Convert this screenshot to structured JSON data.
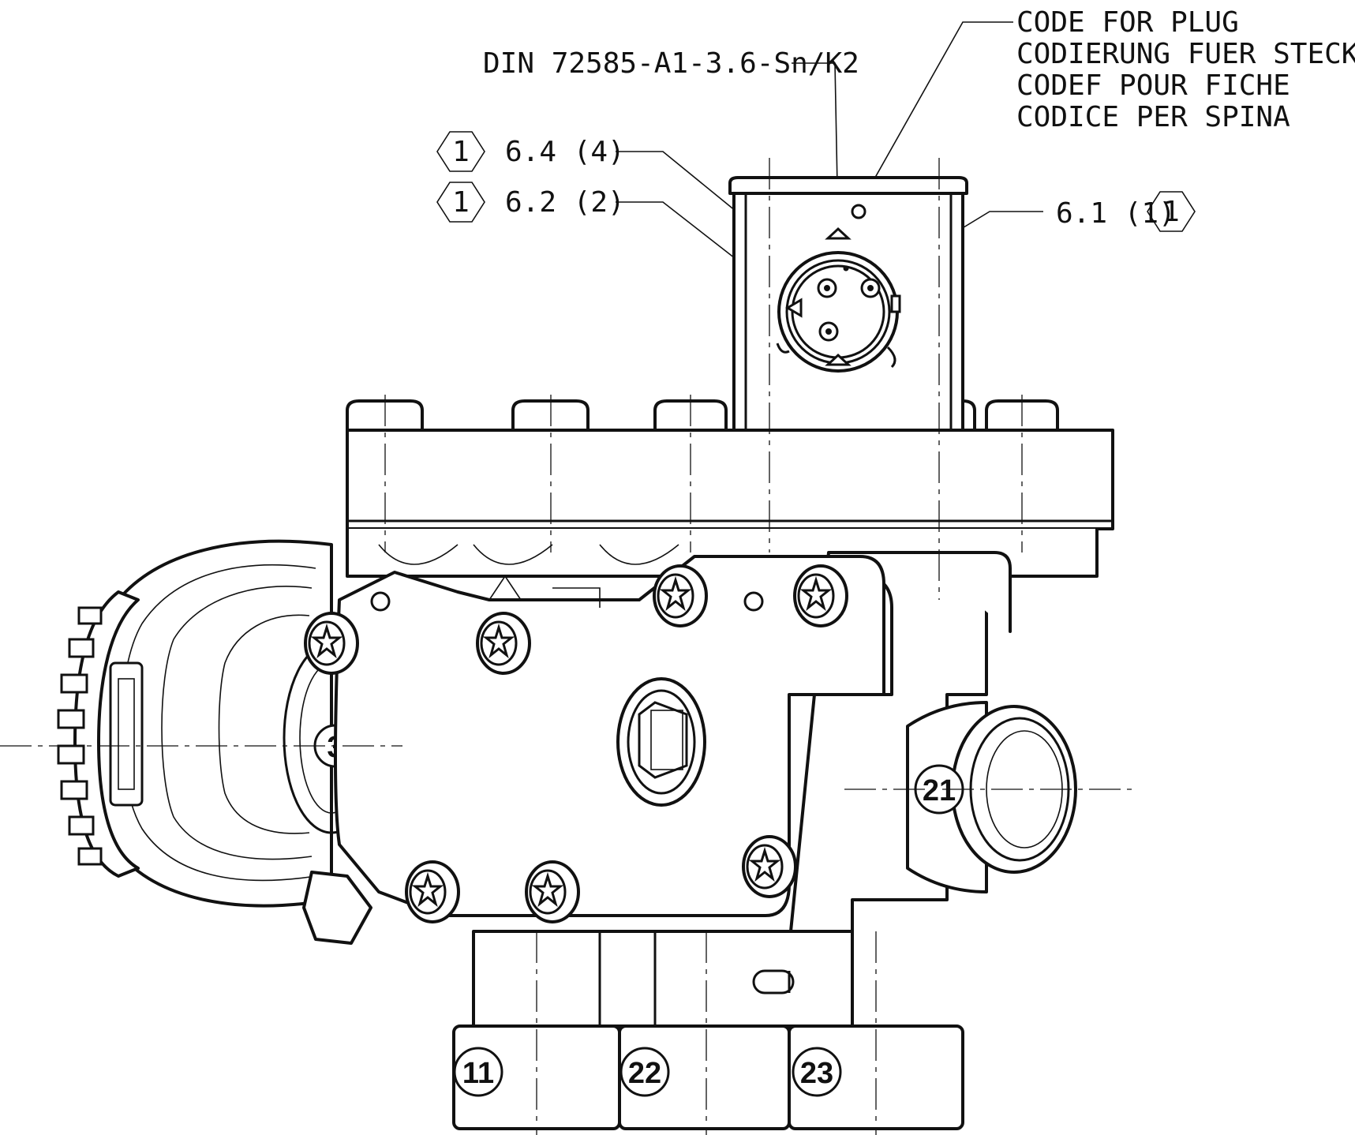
{
  "callouts": {
    "din_spec": "DIN 72585-A1-3.6-Sn/K2",
    "code_for_plug": [
      "CODE FOR PLUG",
      "CODIERUNG FUER STECKER",
      "CODEF POUR FICHE",
      "CODICE PER SPINA"
    ],
    "pins": [
      {
        "label": "6.4 (4)",
        "marker": "1"
      },
      {
        "label": "6.2 (2)",
        "marker": "1"
      },
      {
        "label": "6.1 (1)",
        "marker": "1"
      }
    ]
  },
  "ports": {
    "left": "3",
    "right": "21",
    "bottom": [
      "11",
      "22",
      "23"
    ]
  }
}
